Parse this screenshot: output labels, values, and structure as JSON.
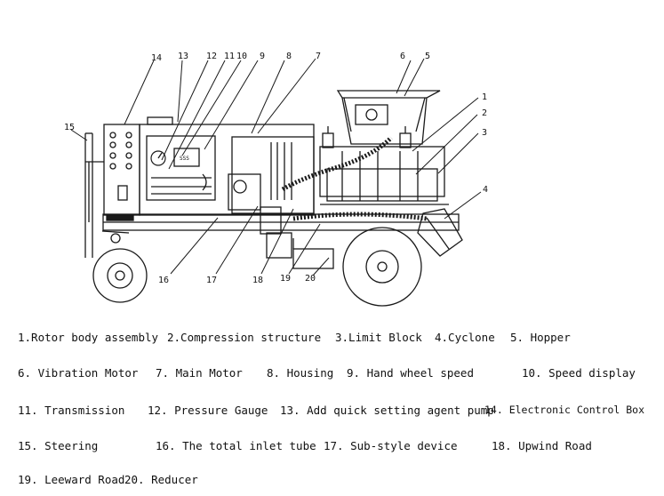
{
  "display_text": "SSS",
  "callout_numbers": [
    "1",
    "2",
    "3",
    "4",
    "5",
    "6",
    "7",
    "8",
    "9",
    "10",
    "11",
    "12",
    "13",
    "14",
    "15",
    "16",
    "17",
    "18",
    "19",
    "20"
  ],
  "legend": [
    [
      "1.Rotor body assembly",
      "2.Compression structure",
      "3.Limit Block",
      "4.Cyclone",
      "5. Hopper"
    ],
    [
      "6. Vibration Motor",
      "7. Main Motor",
      "8. Housing",
      "9. Hand wheel speed",
      "10. Speed display"
    ],
    [
      "11. Transmission",
      "12. Pressure Gauge",
      "13. Add quick setting agent pump",
      "14. Electronic Control Box"
    ],
    [
      "15. Steering",
      "16. The total inlet tube",
      "17. Sub-style device",
      "18. Upwind Road"
    ],
    [
      "19. Leeward Road",
      "20. Reducer"
    ]
  ]
}
